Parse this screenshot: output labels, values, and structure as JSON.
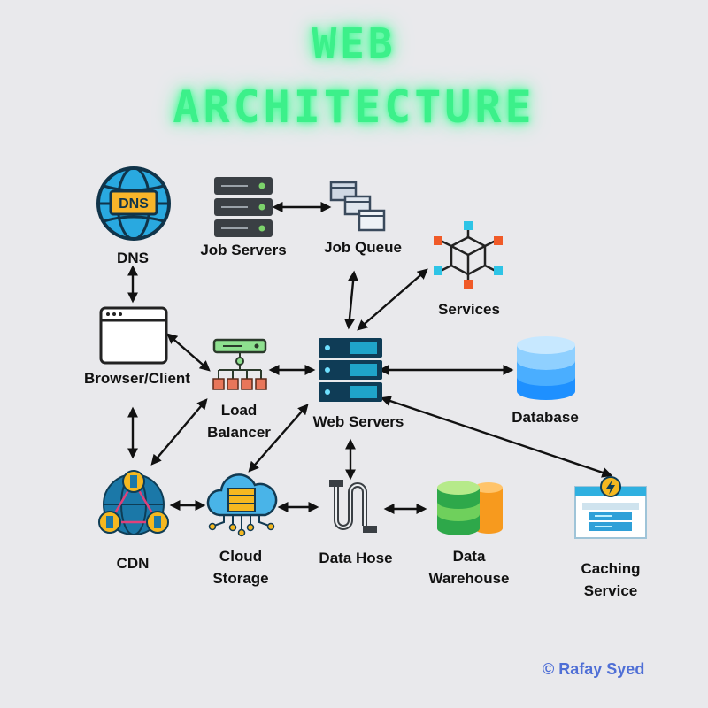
{
  "title": {
    "line1": "WEB",
    "line2": "ARCHITECTURE"
  },
  "nodes": {
    "dns": "DNS",
    "job_servers": "Job Servers",
    "job_queue": "Job Queue",
    "services": "Services",
    "browser_client": "Browser/Client",
    "load_balancer_1": "Load",
    "load_balancer_2": "Balancer",
    "web_servers": "Web Servers",
    "database": "Database",
    "cdn": "CDN",
    "cloud_storage_1": "Cloud",
    "cloud_storage_2": "Storage",
    "data_hose": "Data Hose",
    "data_warehouse_1": "Data",
    "data_warehouse_2": "Warehouse",
    "caching_service_1": "Caching",
    "caching_service_2": "Service"
  },
  "copyright": "© Rafay Syed",
  "colors": {
    "title_glow": "#3cf08a",
    "background": "#e9e9ec",
    "copyright": "#4f6fd6"
  }
}
